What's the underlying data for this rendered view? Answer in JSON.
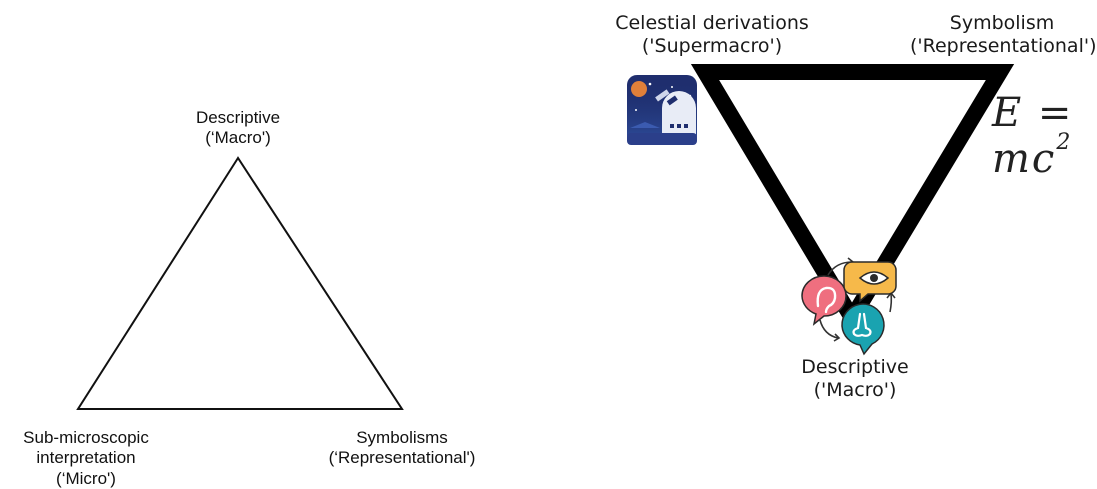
{
  "left_diagram": {
    "top_vertex": {
      "line1": "Descriptive",
      "line2": "(‘Macro')"
    },
    "bottom_left_vertex": {
      "line1": "Sub-microscopic",
      "line2": "interpretation",
      "line3": "(‘Micro')"
    },
    "bottom_right_vertex": {
      "line1": "Symbolisms",
      "line2": "(‘Representational')"
    }
  },
  "right_diagram": {
    "top_left_vertex": {
      "line1": "Celestial derivations",
      "line2": "('Supermacro')"
    },
    "top_right_vertex": {
      "line1": "Symbolism",
      "line2": "('Representational')"
    },
    "bottom_vertex": {
      "line1": "Descriptive",
      "line2": "('Macro')"
    },
    "formula": {
      "base": "E = mc",
      "exponent": "2"
    },
    "icons": [
      "observatory-icon",
      "ear-icon",
      "eye-icon",
      "nose-icon",
      "cycle-arrows-icon"
    ]
  },
  "colors": {
    "ear_bubble": "#ef6f7f",
    "eye_bubble": "#f6b94a",
    "nose_bubble": "#1aa3b0",
    "observatory_bg": "#1f2e6e",
    "planet": "#e0803a"
  }
}
